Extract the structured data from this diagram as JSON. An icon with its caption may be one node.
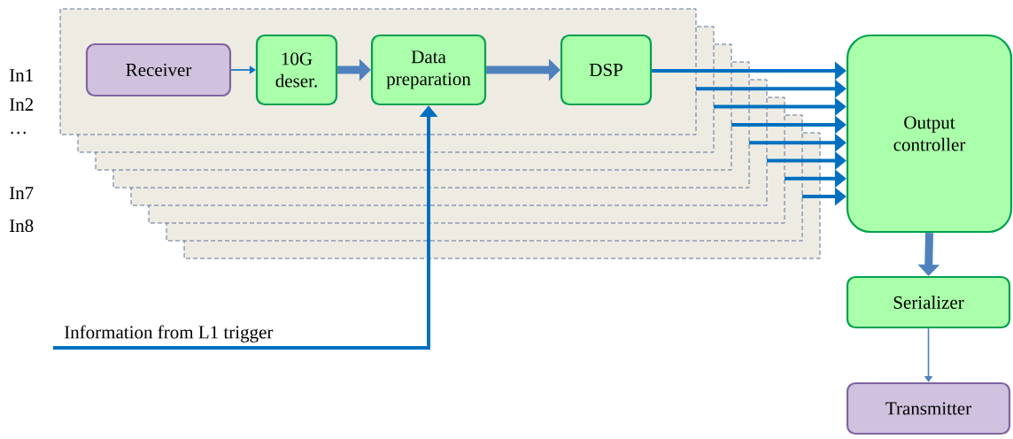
{
  "diagram": {
    "nodes": [
      {
        "text": [
          "Receiver"
        ]
      },
      {
        "text": [
          "10G deser."
        ]
      },
      {
        "text": [
          "Data preparation"
        ]
      },
      {
        "text": [
          "DSP"
        ]
      },
      {
        "text": [
          "Output controller"
        ]
      },
      {
        "text": [
          "Serializer"
        ]
      },
      {
        "text": [
          "Transmitter"
        ]
      },
      {
        "text": [
          "Information from L1 trigger"
        ]
      }
    ],
    "edges": [
      {
        "from": 0,
        "to": 1,
        "arrow": "to"
      },
      {
        "from": 1,
        "to": 2,
        "arrow": "to",
        "style": "thick",
        "color": "#4f81bd"
      },
      {
        "from": 2,
        "to": 3,
        "arrow": "to",
        "style": "thick",
        "color": "#4f81bd"
      },
      {
        "from": 3,
        "to": 4,
        "arrow": "to"
      },
      {
        "from": null,
        "to": 4,
        "arrow": "to"
      },
      {
        "from": null,
        "to": 4,
        "arrow": "to"
      },
      {
        "from": null,
        "to": 4,
        "arrow": "to"
      },
      {
        "from": null,
        "to": 4,
        "arrow": "to"
      },
      {
        "from": null,
        "to": 4,
        "arrow": "to"
      },
      {
        "from": null,
        "to": 4,
        "arrow": "to"
      },
      {
        "from": null,
        "to": 4,
        "arrow": "to"
      },
      {
        "from": 4,
        "to": 5,
        "arrow": "to",
        "style": "thick",
        "color": "#4f81bd"
      },
      {
        "from": 5,
        "to": 6,
        "arrow": "to",
        "color": "#4f81bd"
      },
      {
        "from": 7,
        "to": 2,
        "arrow": "to"
      }
    ],
    "labels": [
      "In1",
      "In2",
      "…",
      "In7",
      "In8"
    ]
  }
}
